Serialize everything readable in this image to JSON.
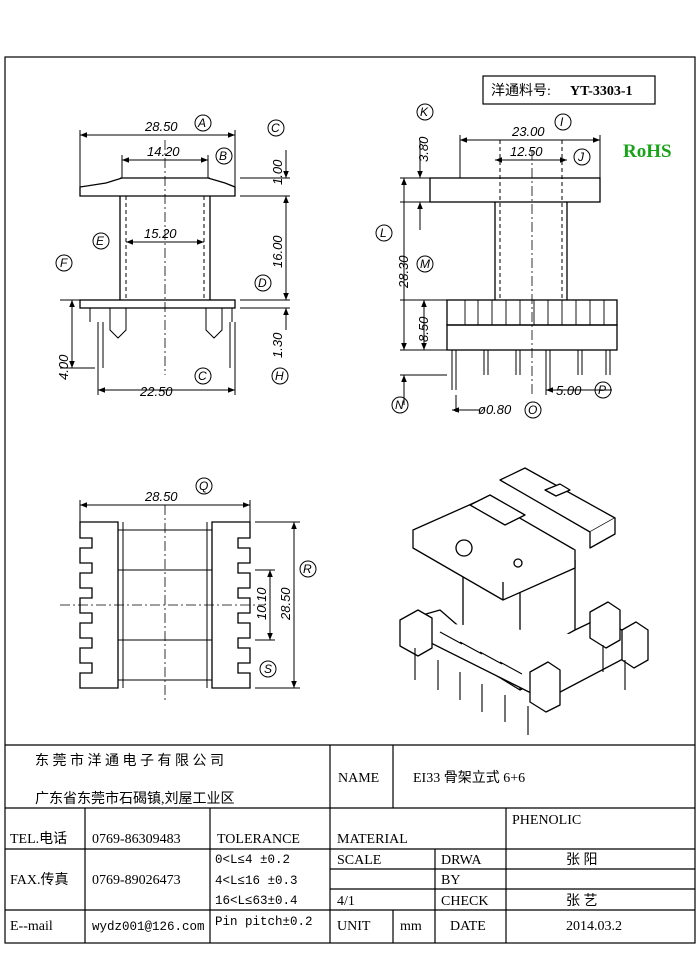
{
  "part_number": {
    "label": "洋通料号:",
    "value": "YT-3303-1"
  },
  "rohs": "RoHS",
  "front_view": {
    "width_top": "28.50",
    "width_top_tag": "A",
    "width_inner": "14.20",
    "width_inner_tag": "B",
    "flange_thickness": "1.00",
    "flange_thickness_tag": "C",
    "core_width": "15.20",
    "core_width_tag": "E",
    "height": "16.00",
    "height_tag": "D",
    "base_tag": "F",
    "base_thickness": "1.30",
    "base_thickness_tag": "H",
    "pin_length": "4.00",
    "pin_span": "22.50",
    "pin_span_tag": "C"
  },
  "side_view": {
    "top_width": "23.00",
    "top_width_tag": "I",
    "inner_width": "12.50",
    "inner_width_tag": "J",
    "flange": "3.80",
    "flange_tag": "K",
    "total_height": "28.30",
    "total_height_tag": "L",
    "mid_tag": "M",
    "base_height": "8.50",
    "pitch": "5.00",
    "pitch_tag": "P",
    "pin_dia": "ø0.80",
    "pin_dia_tag": "O",
    "pin_tag": "N"
  },
  "top_view": {
    "width": "28.50",
    "width_tag": "Q",
    "depth": "28.50",
    "depth_tag": "R",
    "slot": "10.10",
    "slot_tag": "S"
  },
  "title_block": {
    "company": "东 莞 市 洋 通 电 子 有 限 公 司",
    "address": "广东省东莞市石碣镇,刘屋工业区",
    "name_label": "NAME",
    "name_value": "EI33 骨架立式 6+6",
    "tel_label": "TEL.电话",
    "tel_value": "0769-86309483",
    "fax_label": "FAX.传真",
    "fax_value": "0769-89026473",
    "email_label": "E--mail",
    "email_value": "wydz001@126.com",
    "tolerance_label": "TOLERANCE",
    "tol1": "0<L≤4  ±0.2",
    "tol2": "4<L≤16 ±0.3",
    "tol3": "16<L≤63±0.4",
    "tol4": "Pin pitch±0.2",
    "material_label": "MATERIAL",
    "material_value": "PHENOLIC",
    "scale_label": "SCALE",
    "scale_value": "4/1",
    "drawn_label": "DRWA\nBY",
    "drawn_value": "张 阳",
    "check_label": "CHECK",
    "check_value": "张 艺",
    "unit_label": "UNIT",
    "unit_value": "mm",
    "date_label": "DATE",
    "date_value": "2014.03.2"
  }
}
